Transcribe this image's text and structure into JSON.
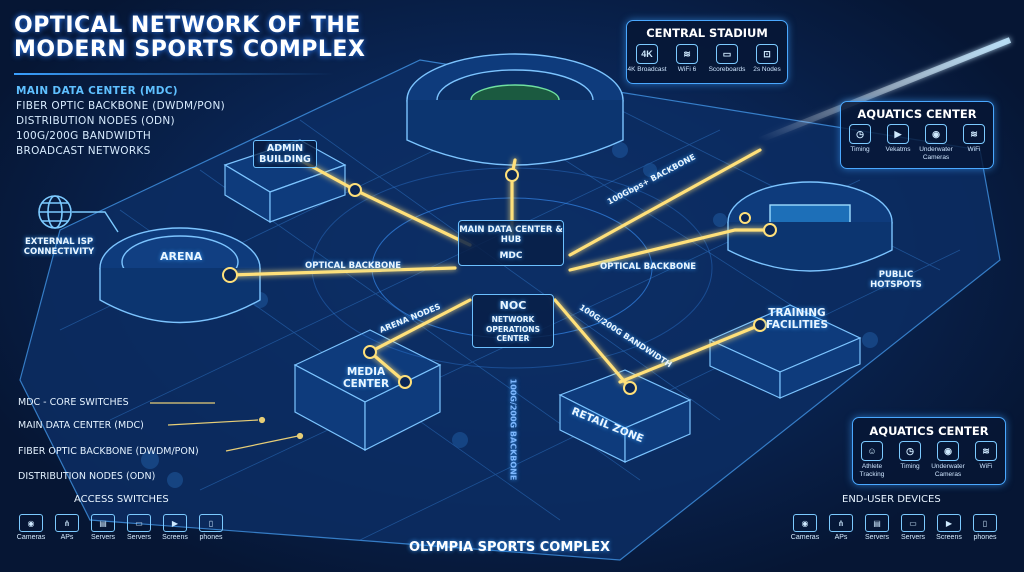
{
  "title": {
    "line1": "OPTICAL NETWORK OF THE",
    "line2": "MODERN SPORTS COMPLEX"
  },
  "legend": [
    "MAIN DATA CENTER (MDC)",
    "FIBER OPTIC BACKBONE (DWDM/PON)",
    "DISTRIBUTION NODES (ODN)",
    "100G/200G BANDWIDTH",
    "BROADCAST NETWORKS"
  ],
  "central_stadium": {
    "title": "CENTRAL STADIUM",
    "items": [
      {
        "icon": "4K",
        "label": "4K Broadcast"
      },
      {
        "icon": "wifi",
        "label": "WiFi 6"
      },
      {
        "icon": "screen",
        "label": "Scoreboards"
      },
      {
        "icon": "node",
        "label": "2s Nodes"
      }
    ]
  },
  "aquatics_top": {
    "title": "AQUATICS CENTER",
    "items": [
      {
        "icon": "timer",
        "label": "Timing"
      },
      {
        "icon": "camera",
        "label": "Vekatms"
      },
      {
        "icon": "camera",
        "label": "Underwater Cameras"
      },
      {
        "icon": "wifi",
        "label": "WiFi"
      }
    ]
  },
  "aquatics_bottom": {
    "title": "AQUATICS CENTER",
    "items": [
      {
        "icon": "athlete",
        "label": "Athlete Tracking"
      },
      {
        "icon": "timer",
        "label": "Timing"
      },
      {
        "icon": "camera",
        "label": "Underwater Cameras"
      },
      {
        "icon": "wifi",
        "label": "WiFi"
      }
    ]
  },
  "map_labels": {
    "admin": "ADMIN BUILDING",
    "arena": "ARENA",
    "external_isp": "EXTERNAL ISP CONNECTIVITY",
    "mdc_title": "MAIN DATA CENTER & HUB",
    "mdc": "MDC",
    "noc": "NOC",
    "noc_full": "NETWORK OPERATIONS CENTER",
    "optical_left": "OPTICAL BACKBONE",
    "optical_right": "OPTICAL BACKBONE",
    "backbone_top": "100Gbps+ BACKBONE",
    "arena_nodes": "ARENA NODES",
    "bandwidth": "100G/200G BANDWIDTH",
    "backbone_vertical": "100G/200G BACKBONE",
    "media_center": "MEDIA CENTER",
    "retail": "RETAIL ZONE",
    "training": "TRAINING FACILITIES",
    "public_hotspots": "PUBLIC HOTSPOTS"
  },
  "left_list": [
    "MDC - CORE SWITCHES",
    "MAIN DATA CENTER (MDC)",
    "FIBER OPTIC BACKBONE (DWDM/PON)",
    "DISTRIBUTION NODES (ODN)"
  ],
  "access_switches": {
    "title": "ACCESS SWITCHES",
    "items": [
      "Cameras",
      "APs",
      "Servers",
      "Servers",
      "Screens",
      "phones"
    ]
  },
  "end_user": {
    "title": "END-USER DEVICES",
    "items": [
      "Cameras",
      "APs",
      "Servers",
      "Servers",
      "Screens",
      "phones"
    ]
  },
  "footer": "OLYMPIA SPORTS COMPLEX",
  "colors": {
    "fiber": "#ffe07a",
    "accent": "#4aa8ff",
    "background": "#061634"
  }
}
